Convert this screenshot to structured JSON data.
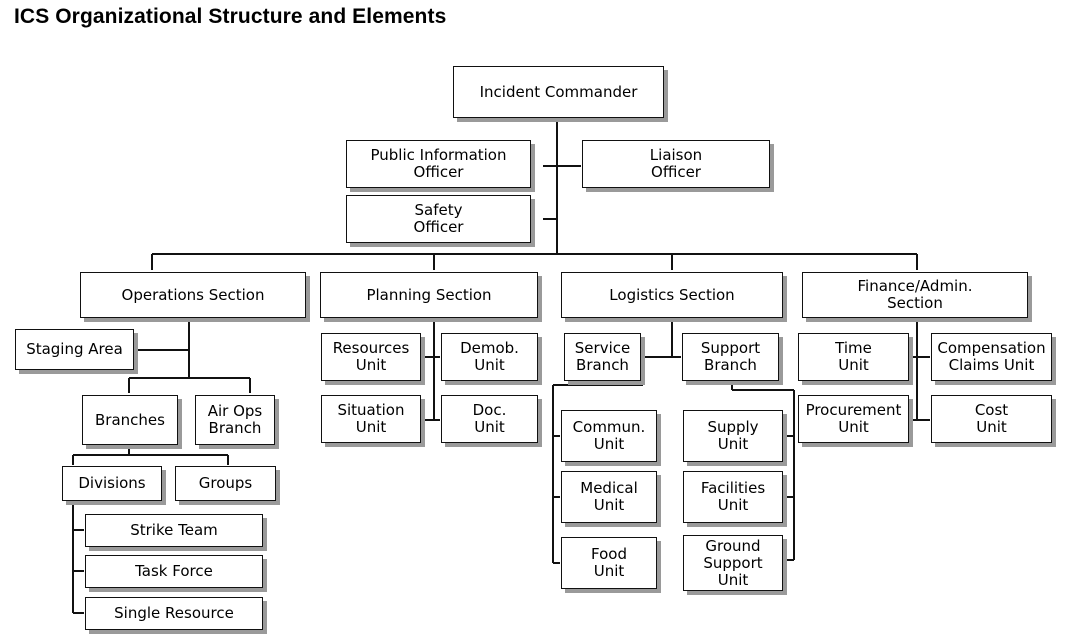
{
  "title": "ICS Organizational Structure and Elements",
  "boxes": {
    "incident_commander": "Incident Commander",
    "public_information_officer": "Public Information\nOfficer",
    "liaison_officer": "Liaison\nOfficer",
    "safety_officer": "Safety\nOfficer",
    "operations_section": "Operations Section",
    "planning_section": "Planning Section",
    "logistics_section": "Logistics Section",
    "finance_admin_section": "Finance/Admin.\nSection",
    "staging_area": "Staging Area",
    "branches": "Branches",
    "air_ops_branch": "Air Ops\nBranch",
    "divisions": "Divisions",
    "groups": "Groups",
    "strike_team": "Strike Team",
    "task_force": "Task Force",
    "single_resource": "Single Resource",
    "resources_unit": "Resources\nUnit",
    "demob_unit": "Demob.\nUnit",
    "situation_unit": "Situation\nUnit",
    "doc_unit": "Doc.\nUnit",
    "service_branch": "Service\nBranch",
    "support_branch": "Support\nBranch",
    "commun_unit": "Commun.\nUnit",
    "medical_unit": "Medical\nUnit",
    "food_unit": "Food\nUnit",
    "supply_unit": "Supply\nUnit",
    "facilities_unit": "Facilities\nUnit",
    "ground_support_unit": "Ground\nSupport\nUnit",
    "time_unit": "Time\nUnit",
    "procurement_unit": "Procurement\nUnit",
    "compensation_claims_unit": "Compensation\nClaims Unit",
    "cost_unit": "Cost\nUnit"
  }
}
